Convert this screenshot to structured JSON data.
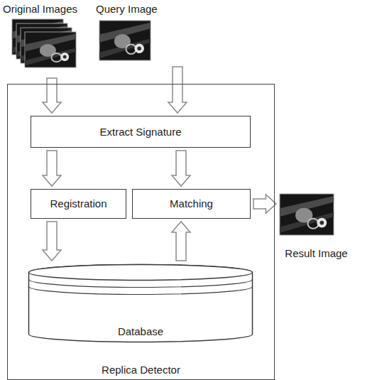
{
  "diagram": {
    "nodes": [
      {
        "text": [
          "Original Images"
        ]
      },
      {
        "text": [
          "Query Image"
        ]
      },
      {
        "text": [
          "Replica Detector"
        ]
      },
      {
        "text": [
          "Extract Signature"
        ],
        "in": 2
      },
      {
        "text": [
          "Registration"
        ],
        "in": 2
      },
      {
        "text": [
          "Matching"
        ],
        "in": 2
      },
      {
        "text": [
          "Database"
        ],
        "in": 2
      },
      {
        "text": [
          "Result Image"
        ]
      }
    ],
    "edges": [
      {
        "from": 0,
        "to": 3,
        "arrow": "to"
      },
      {
        "from": 1,
        "to": 3,
        "arrow": "to"
      },
      {
        "from": 3,
        "to": 4,
        "arrow": "to"
      },
      {
        "from": 3,
        "to": 5,
        "arrow": "to"
      },
      {
        "from": 4,
        "to": 6,
        "arrow": "to"
      },
      {
        "from": 6,
        "to": 5,
        "arrow": "to"
      },
      {
        "from": 5,
        "to": 7,
        "arrow": "to"
      }
    ]
  }
}
